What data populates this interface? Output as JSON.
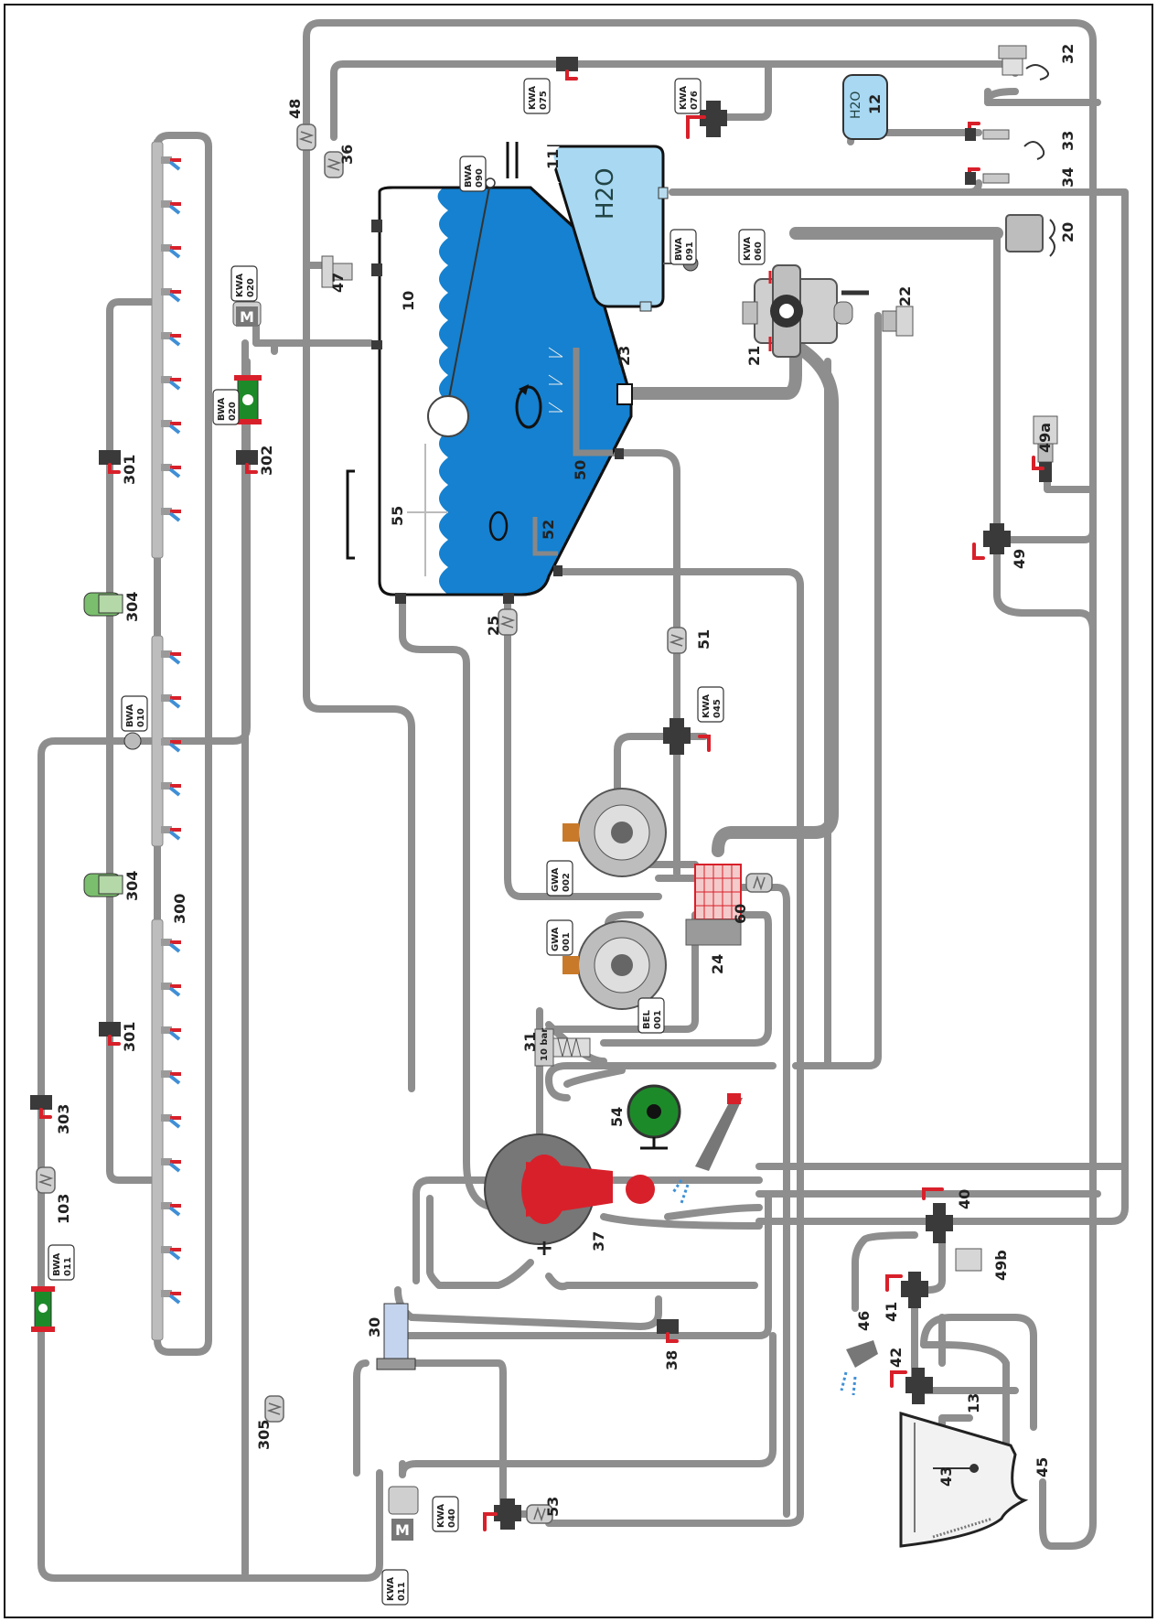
{
  "tank_main": {
    "number": "10"
  },
  "tank_clean": {
    "number": "11",
    "label": "H2O"
  },
  "tank_hand": {
    "number": "12",
    "label": "H2O"
  },
  "numbers": {
    "n13": "13",
    "n20": "20",
    "n21": "21",
    "n22": "22",
    "n23": "23",
    "n24": "24",
    "n25": "25",
    "n30": "30",
    "n31": "31",
    "n32": "32",
    "n33": "33",
    "n34": "34",
    "n36": "36",
    "n37": "37",
    "n38": "38",
    "n40": "40",
    "n41": "41",
    "n42": "42",
    "n43": "43",
    "n45": "45",
    "n46": "46",
    "n47": "47",
    "n48": "48",
    "n49": "49",
    "n49a": "49a",
    "n49b": "49b",
    "n50": "50",
    "n51": "51",
    "n52": "52",
    "n53": "53",
    "n54": "54",
    "n55": "55",
    "n60": "60",
    "n103": "103",
    "n300": "300",
    "n301a": "301",
    "n301b": "301",
    "n302": "302",
    "n303": "303",
    "n304a": "304",
    "n304b": "304",
    "n305": "305"
  },
  "tags": {
    "kwa075": [
      "KWA",
      "075"
    ],
    "kwa076": [
      "KWA",
      "076"
    ],
    "bwa090": [
      "BWA",
      "090"
    ],
    "bwa091": [
      "BWA",
      "091"
    ],
    "kwa060": [
      "KWA",
      "060"
    ],
    "kwa020": [
      "KWA",
      "020"
    ],
    "bwa020": [
      "BWA",
      "020"
    ],
    "bwa010": [
      "BWA",
      "010"
    ],
    "kwa045": [
      "KWA",
      "045"
    ],
    "gwa002": [
      "GWA",
      "002"
    ],
    "gwa001": [
      "GWA",
      "001"
    ],
    "bel001": [
      "BEL",
      "001"
    ],
    "bwa011": [
      "BWA",
      "011"
    ],
    "kwa040": [
      "KWA",
      "040"
    ],
    "kwa011": [
      "KWA",
      "011"
    ]
  },
  "pressure_label": "10 bar",
  "motor_label": "M",
  "plus_sign": "+",
  "colors": {
    "pipe": "#8e8e8e",
    "tank_blue": "#1581d0",
    "tank_light": "#a8d8f2",
    "valve_red": "#d8202a",
    "nozzle_blue": "#3f8fd6",
    "filter_green": "#1d8a2a"
  }
}
